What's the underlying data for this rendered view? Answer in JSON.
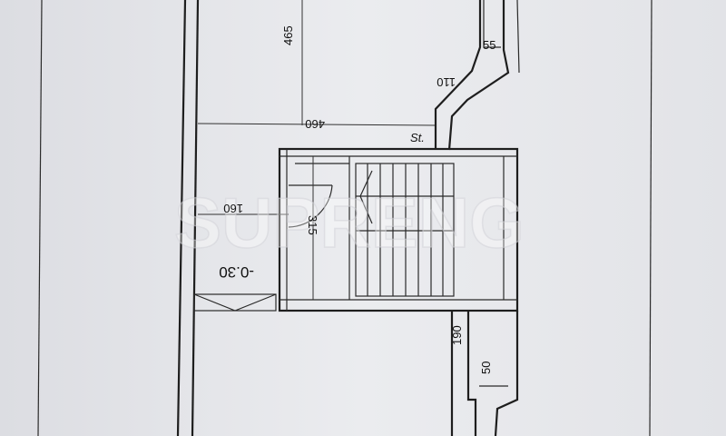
{
  "labels": {
    "dim_465": "465",
    "dim_55": "55",
    "dim_110": "110",
    "dim_460": "460",
    "stair_mark": "St.",
    "dim_160": "160",
    "dim_315": "315",
    "level": "-0.30",
    "dim_190": "190",
    "dim_50": "50"
  },
  "watermark": "SUPRENG",
  "colors": {
    "paper": "#e7e8ec",
    "ink": "#1e1e1e"
  }
}
